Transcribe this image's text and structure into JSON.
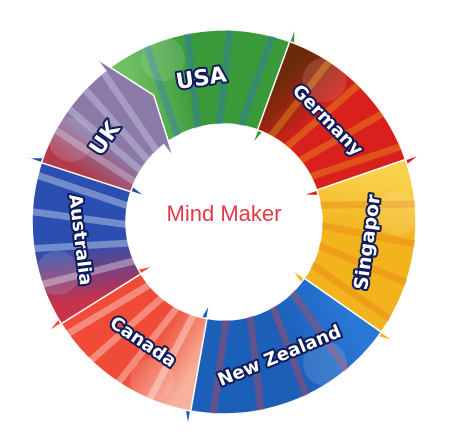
{
  "diagram": {
    "center_title": "Mind Maker",
    "segments": [
      {
        "label": "USA",
        "icon": "us-flag-icon",
        "colors": {
          "base": "#3a9a3a",
          "stripe": "#6fc063",
          "accent": "#2f6fd1"
        }
      },
      {
        "label": "Germany",
        "icon": "germany-flag-icon",
        "colors": {
          "base": "#d8201d",
          "stripe": "#6b2a0a",
          "accent": "#f2b21a"
        }
      },
      {
        "label": "Singapor",
        "icon": "singapore-flag-icon",
        "colors": {
          "base": "#f3b31c",
          "stripe": "#f8d24a",
          "accent": "#e27a14"
        }
      },
      {
        "label": "New Zealand",
        "icon": "new-zealand-flag-icon",
        "colors": {
          "base": "#1b5fb8",
          "stripe": "#2a77d6",
          "accent": "#e8403a"
        }
      },
      {
        "label": "Canada",
        "icon": "canada-flag-icon",
        "colors": {
          "base": "#ef4b36",
          "stripe": "#f6b29c",
          "accent": "#ffffff"
        }
      },
      {
        "label": "Australia",
        "icon": "australia-flag-icon",
        "colors": {
          "base": "#2a4fb0",
          "stripe": "#c8324a",
          "accent": "#ffffff"
        }
      },
      {
        "label": "UK",
        "icon": "uk-flag-icon",
        "colors": {
          "base": "#8b7aa8",
          "stripe": "#b23a4a",
          "accent": "#d9d9f0"
        }
      }
    ]
  }
}
